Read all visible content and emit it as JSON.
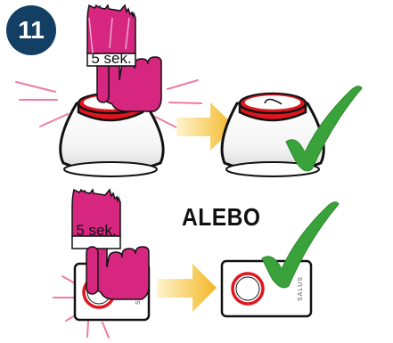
{
  "step": {
    "number": "11"
  },
  "top_row": {
    "hold_label": "5 sek."
  },
  "divider": {
    "or_label": "ALEBO"
  },
  "bottom_row": {
    "hold_label": "5 sek."
  },
  "device": {
    "brand": "SALUS"
  },
  "colors": {
    "badge": "#123f63",
    "hand": "#d6267f",
    "ring_red": "#e0161f",
    "arrow": "#f6c03a",
    "check": "#3aa23a",
    "glow": "#ef7ba3"
  }
}
